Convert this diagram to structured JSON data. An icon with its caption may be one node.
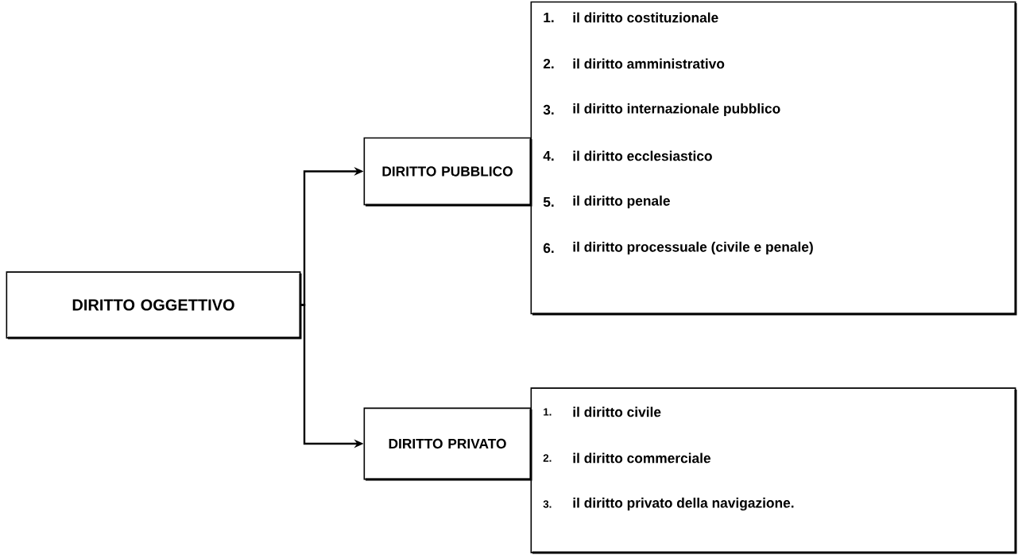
{
  "diagram": {
    "nodes": [
      {
        "text": [
          "DIRITTO OGGETTIVO"
        ]
      },
      {
        "text": [
          "DIRITTO PUBBLICO"
        ]
      },
      {
        "text": [
          "1.",
          "il diritto costituzionale",
          "2.",
          "il diritto amministrativo",
          "3.",
          "il diritto internazionale pubblico",
          "4.",
          "il diritto ecclesiastico",
          "5.",
          "il diritto penale",
          "6.",
          "il diritto processuale (civile e penale)"
        ]
      },
      {
        "text": [
          "DIRITTO PRIVATO"
        ]
      },
      {
        "text": [
          "1.",
          "il diritto civile",
          "2.",
          "il diritto commerciale",
          "3.",
          "il diritto privato della navigazione."
        ]
      }
    ],
    "edges": [
      {
        "from": 0,
        "to": 1,
        "arrow": "to"
      },
      {
        "from": 0,
        "to": 3,
        "arrow": "to"
      }
    ]
  }
}
